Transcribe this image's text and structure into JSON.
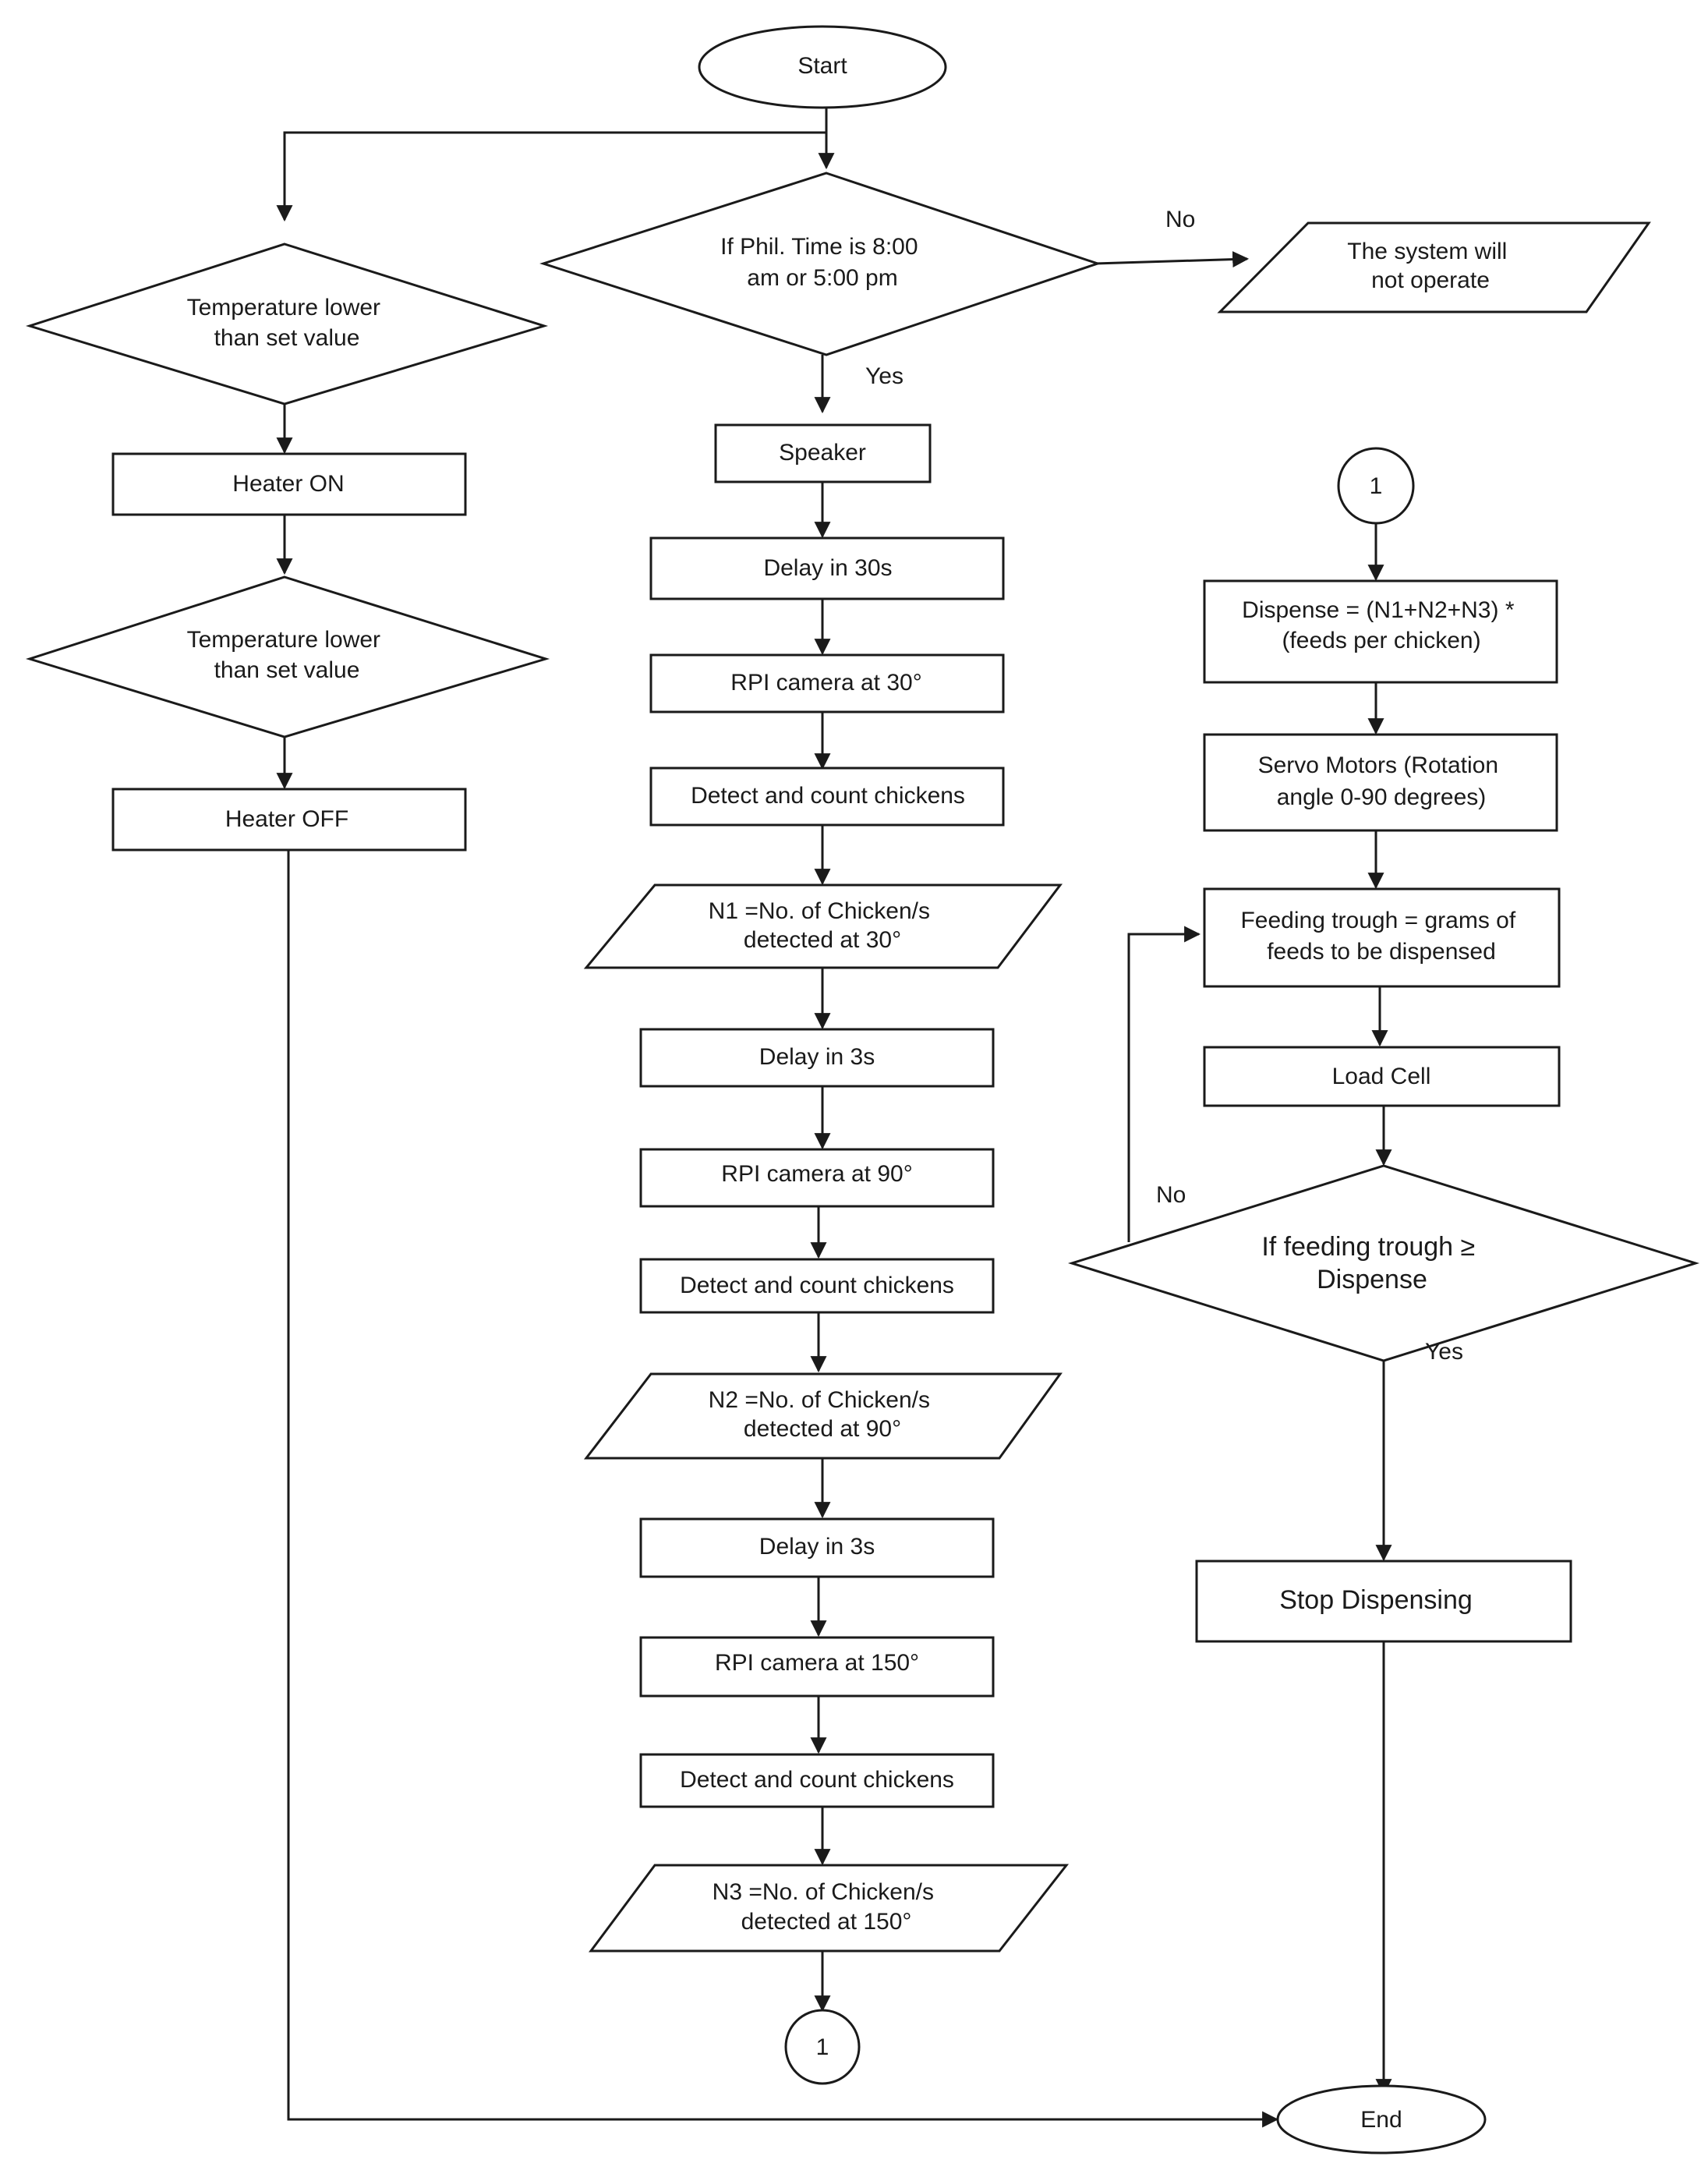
{
  "nodes": {
    "start": "Start",
    "temp_check_1": [
      "Temperature lower",
      "than set value"
    ],
    "heater_on": "Heater ON",
    "temp_check_2": [
      "Temperature lower",
      "than set value"
    ],
    "heater_off": "Heater OFF",
    "time_check": [
      "If Phil. Time is 8:00",
      "am or 5:00 pm"
    ],
    "no_operate": [
      "The system will",
      "not operate"
    ],
    "speaker": "Speaker",
    "delay_30s": "Delay in 30s",
    "cam_30": "RPI camera at 30°",
    "detect_1": "Detect and count chickens",
    "n1": [
      "N1 =No. of Chicken/s",
      "detected at 30°"
    ],
    "delay_3s_1": "Delay in 3s",
    "cam_90": "RPI camera at 90°",
    "detect_2": "Detect and count chickens",
    "n2": [
      "N2 =No. of Chicken/s",
      "detected at 90°"
    ],
    "delay_3s_2": "Delay in 3s",
    "cam_150": "RPI camera at 150°",
    "detect_3": "Detect and count chickens",
    "n3": [
      "N3 =No. of Chicken/s",
      "detected at 150°"
    ],
    "connector_bottom": "1",
    "connector_top": "1",
    "dispense": [
      "Dispense = (N1+N2+N3) *",
      "(feeds per chicken)"
    ],
    "servo": [
      "Servo Motors (Rotation",
      "angle 0-90 degrees)"
    ],
    "trough": [
      "Feeding trough = grams of",
      "feeds to be dispensed"
    ],
    "load_cell": "Load Cell",
    "trough_check": [
      "If feeding trough ≥",
      "Dispense"
    ],
    "stop": "Stop Dispensing",
    "end": "End"
  },
  "edge_labels": {
    "time_no": "No",
    "time_yes": "Yes",
    "trough_no": "No",
    "trough_yes": "Yes"
  }
}
